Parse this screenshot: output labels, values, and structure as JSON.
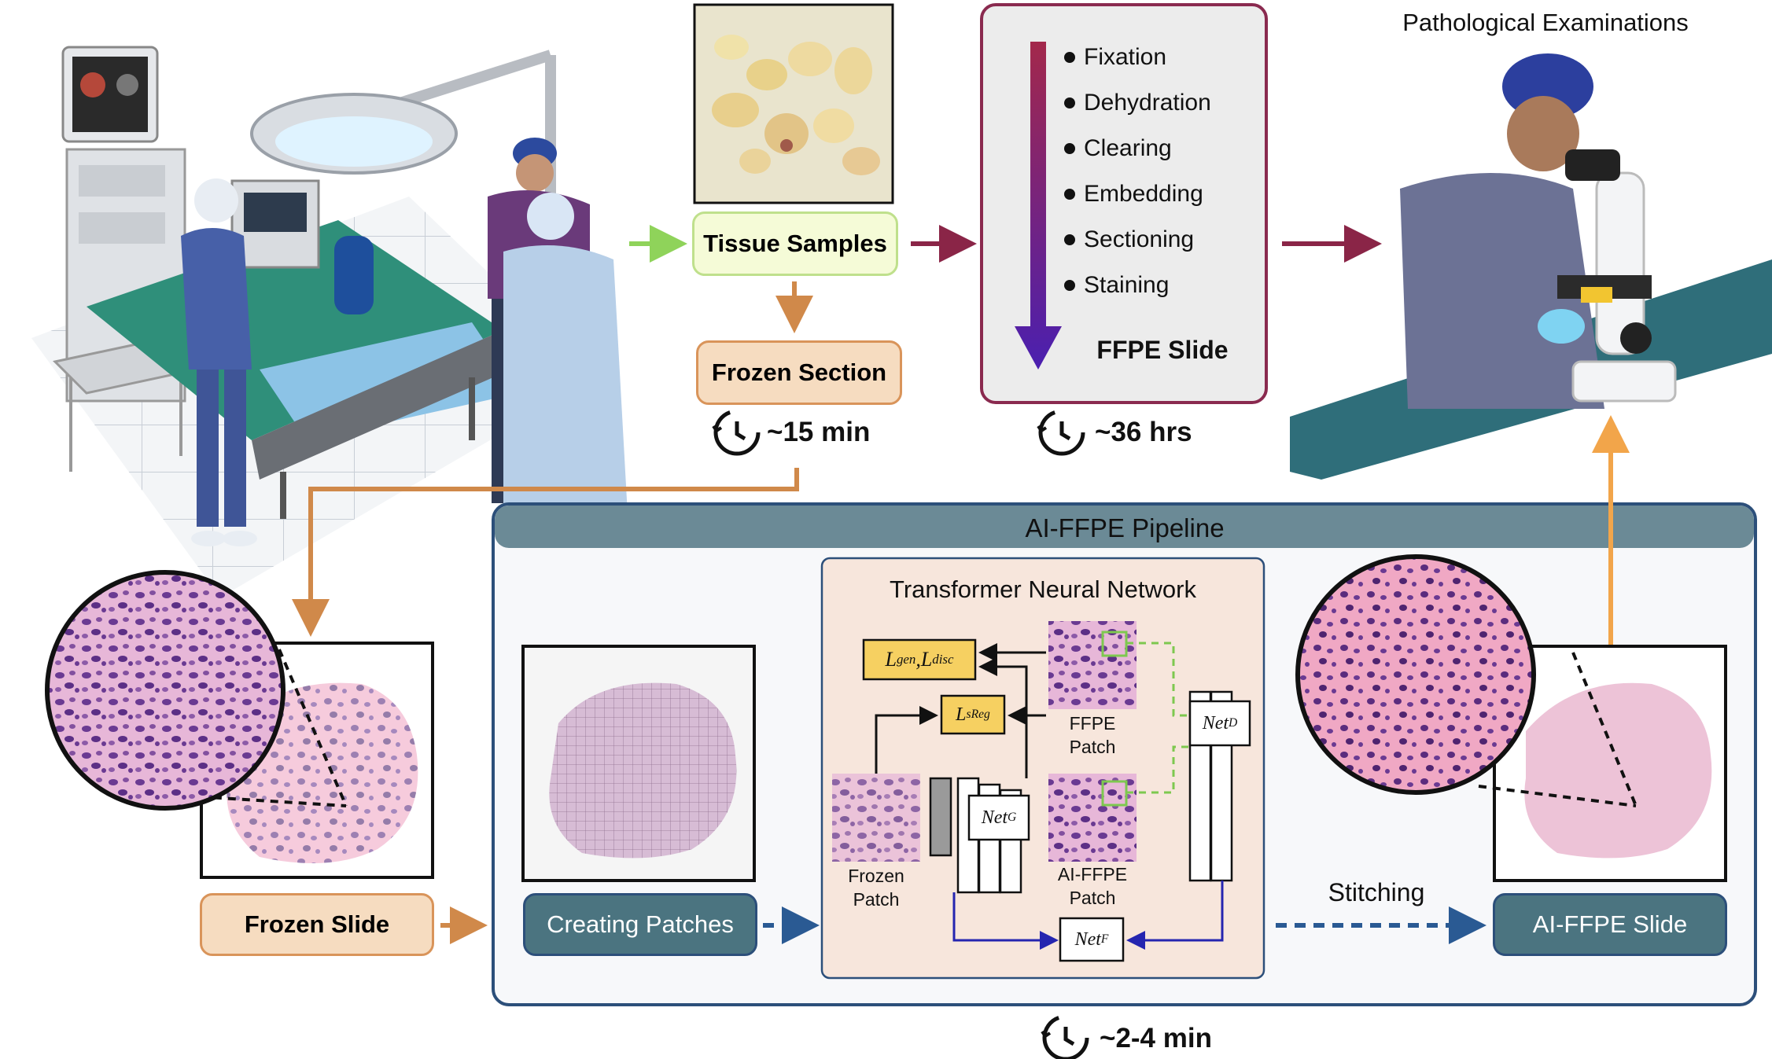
{
  "surgery": {
    "top_title": "Pathological Examinations"
  },
  "nodes": {
    "tissue_samples": "Tissue Samples",
    "frozen_section": "Frozen Section",
    "frozen_time": "~15 min",
    "ffpe_steps": [
      "Fixation",
      "Dehydration",
      "Clearing",
      "Embedding",
      "Sectioning",
      "Staining"
    ],
    "ffpe_slide": "FFPE Slide",
    "ffpe_time": "~36 hrs",
    "frozen_slide": "Frozen Slide",
    "ai_ffpe_slide": "AI-FFPE Slide"
  },
  "pipeline": {
    "title": "AI-FFPE Pipeline",
    "creating_patches": "Creating Patches",
    "stitching": "Stitching",
    "time": "~2-4 min",
    "transformer": {
      "title": "Transformer Neural Network",
      "loss_gen_disc": "L_gen, L_disc",
      "loss_sreg": "L_sReg",
      "ffpe_patch": [
        "FFPE",
        "Patch"
      ],
      "ai_ffpe_patch": [
        "AI-FFPE",
        "Patch"
      ],
      "frozen_patch": [
        "Frozen",
        "Patch"
      ],
      "net_g": "Net_G",
      "net_d": "Net_D",
      "net_f": "Net_F"
    }
  },
  "colors": {
    "frozen_orange": "#f6dcc0",
    "frozen_border": "#d9945a",
    "tissue_green": "#f5fbd7",
    "tissue_border": "#bfe08c",
    "ffpe_border": "#8a2a4f",
    "pipeline_border": "#2c4f7a",
    "pipeline_header": "#6b8a96",
    "teal_box": "#4b7480",
    "arrow_maroon": "#8a2547",
    "arrow_orange": "#d0894a",
    "arrow_green": "#8fd35a",
    "arrow_up_orange": "#f2a54a",
    "loss_yellow": "#f6d061",
    "transformer_bg": "#f7e6dc"
  }
}
